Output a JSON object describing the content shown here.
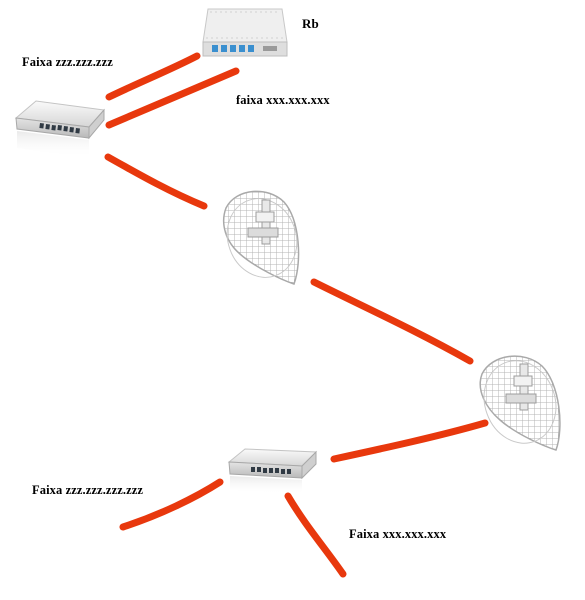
{
  "colors": {
    "link": "#e8380d",
    "device_body": "#e9e9e9",
    "router_panel": "#ffffff",
    "router_ports": "#3a8fcf",
    "switch_ports": "#303a44",
    "dish_grid": "#bdbdbd",
    "label_text": "#000000"
  },
  "devices": [
    {
      "id": "rb",
      "type": "router",
      "icon": "router-board-icon",
      "label": "Rb"
    },
    {
      "id": "switch-top",
      "type": "switch",
      "icon": "switch-icon"
    },
    {
      "id": "antenna-1",
      "type": "grid-antenna",
      "icon": "grid-antenna-icon"
    },
    {
      "id": "antenna-2",
      "type": "grid-antenna",
      "icon": "grid-antenna-icon"
    },
    {
      "id": "switch-bottom",
      "type": "switch",
      "icon": "switch-icon"
    }
  ],
  "labels": {
    "rb": "Rb",
    "faixa_top_left": "Faixa zzz.zzz.zzz",
    "faixa_top_right": "faixa xxx.xxx.xxx",
    "faixa_bottom_left": "Faixa zzz.zzz.zzz.zzz",
    "faixa_bottom_right": "Faixa xxx.xxx.xxx"
  },
  "links": [
    {
      "from": "switch-top",
      "to": "rb",
      "label": "Faixa zzz.zzz.zzz"
    },
    {
      "from": "switch-top",
      "to": "rb",
      "label": "faixa xxx.xxx.xxx"
    },
    {
      "from": "switch-top",
      "to": "antenna-1"
    },
    {
      "from": "antenna-1",
      "to": "antenna-2"
    },
    {
      "from": "antenna-2",
      "to": "switch-bottom"
    },
    {
      "from": "switch-bottom",
      "to": "",
      "label": "Faixa zzz.zzz.zzz.zzz"
    },
    {
      "from": "switch-bottom",
      "to": "",
      "label": "Faixa xxx.xxx.xxx"
    }
  ]
}
